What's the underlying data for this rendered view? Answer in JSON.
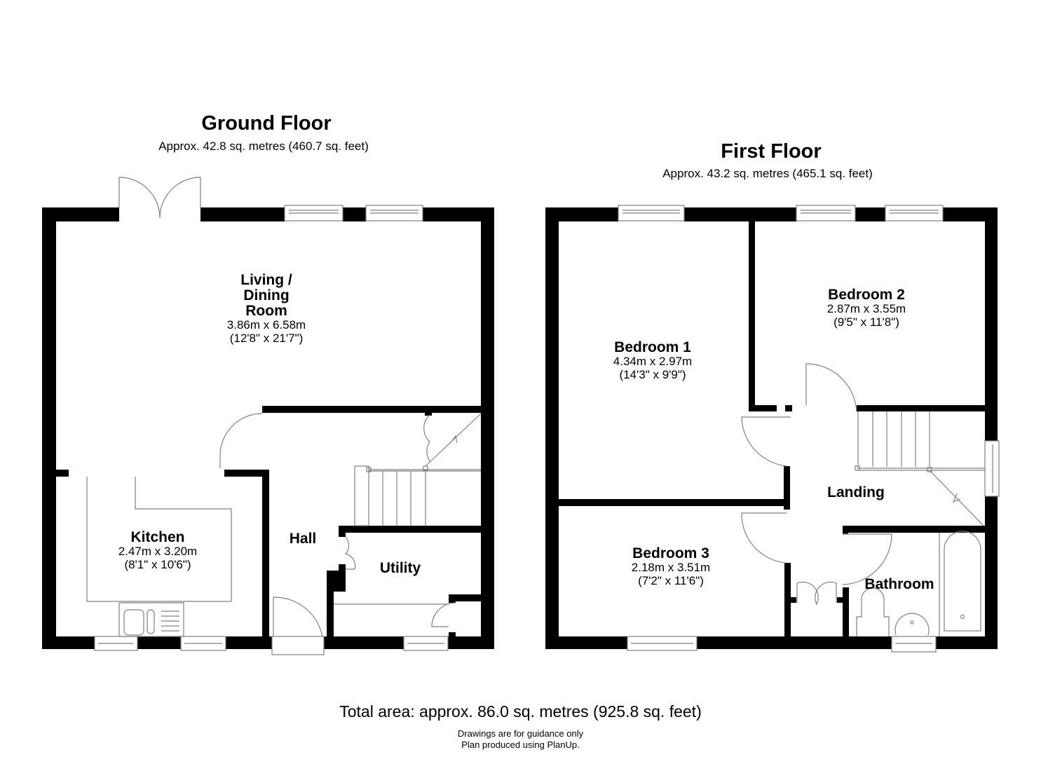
{
  "ground_floor": {
    "title": "Ground Floor",
    "area": "Approx. 42.8 sq. metres (460.7 sq. feet)",
    "rooms": {
      "living": {
        "name_line1": "Living /",
        "name_line2": "Dining",
        "name_line3": "Room",
        "metric": "3.86m x 6.58m",
        "imperial": "(12'8\" x 21'7\")"
      },
      "kitchen": {
        "name": "Kitchen",
        "metric": "2.47m x 3.20m",
        "imperial": "(8'1\" x 10'6\")"
      },
      "hall": {
        "name": "Hall"
      },
      "utility": {
        "name": "Utility"
      }
    }
  },
  "first_floor": {
    "title": "First Floor",
    "area": "Approx. 43.2 sq. metres (465.1 sq. feet)",
    "rooms": {
      "bedroom1": {
        "name": "Bedroom 1",
        "metric": "4.34m x 2.97m",
        "imperial": "(14'3\" x 9'9\")"
      },
      "bedroom2": {
        "name": "Bedroom 2",
        "metric": "2.87m x 3.55m",
        "imperial": "(9'5\" x 11'8\")"
      },
      "bedroom3": {
        "name": "Bedroom 3",
        "metric": "2.18m x 3.51m",
        "imperial": "(7'2\" x 11'6\")"
      },
      "landing": {
        "name": "Landing"
      },
      "bathroom": {
        "name": "Bathroom"
      }
    }
  },
  "footer": {
    "total": "Total area: approx. 86.0 sq. metres (925.8 sq. feet)",
    "note1": "Drawings are for guidance only",
    "note2": "Plan produced using PlanUp."
  },
  "colors": {
    "wall": "#000000",
    "fixture": "#808080",
    "background": "#ffffff"
  }
}
